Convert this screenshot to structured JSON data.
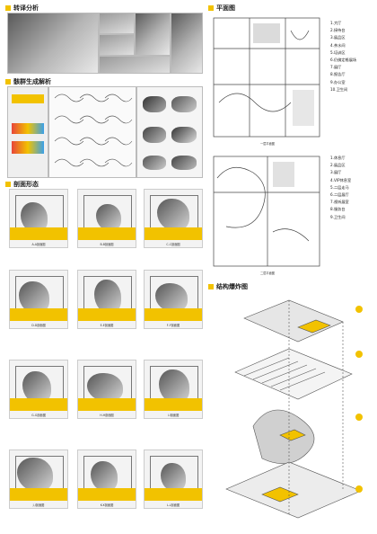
{
  "sections": {
    "translation": {
      "title": "转译分析"
    },
    "bone": {
      "title": "骸群生成解析"
    },
    "section": {
      "title": "剖面形态"
    },
    "plan": {
      "title": "平面图"
    },
    "structure": {
      "title": "结构爆炸图"
    }
  },
  "plan1": {
    "caption": "一层平面图",
    "legend": [
      "1.大厅",
      "2.接待台",
      "3.展品区",
      "4.茶水间",
      "5.培训区",
      "6.仍佛定格展场",
      "7.展厅",
      "8.报告厅",
      "9.办公室",
      "10.卫生间"
    ]
  },
  "plan2": {
    "caption": "二层平面图",
    "legend": [
      "1.休息厅",
      "2.展品区",
      "3.展厅",
      "4.VIP休息室",
      "5.二层走马",
      "6.二层展厅",
      "7.视听展室",
      "8.服务台",
      "9.卫生间"
    ]
  },
  "section_labels": [
    "A-A剖面图",
    "B-B剖面图",
    "C-C剖面图",
    "D-D剖面图",
    "E-E剖面图",
    "F-F剖面图",
    "G-G剖面图",
    "H-H剖面图",
    "I-I剖面图",
    "J-J剖面图",
    "K-K剖面图",
    "L-L剖面图"
  ],
  "colors": {
    "accent": "#f2c200",
    "ink": "#222222"
  }
}
